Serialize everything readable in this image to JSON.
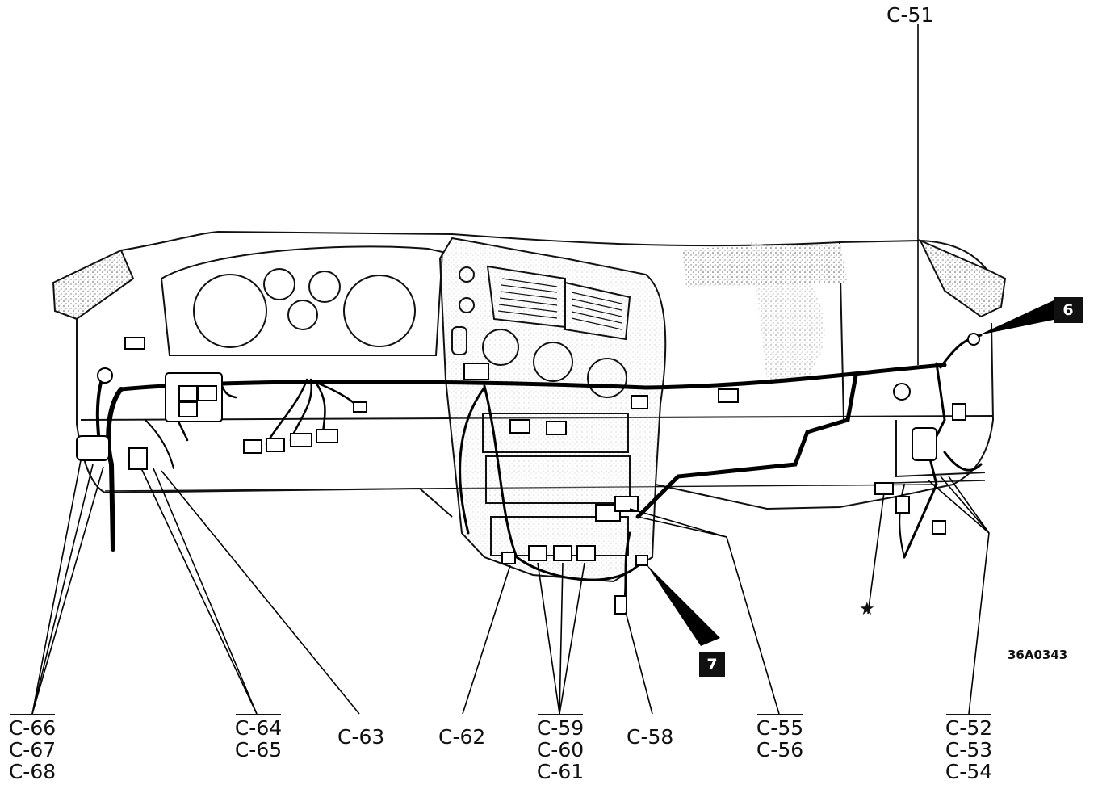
{
  "figure_code": "36A0343",
  "callouts": {
    "single": [
      {
        "id": "c51",
        "label": "C-51"
      },
      {
        "id": "c62",
        "label": "C-62"
      },
      {
        "id": "c63",
        "label": "C-63"
      },
      {
        "id": "c58",
        "label": "C-58"
      }
    ],
    "groups": [
      {
        "id": "g66",
        "labels": [
          "C-66",
          "C-67",
          "C-68"
        ]
      },
      {
        "id": "g64",
        "labels": [
          "C-64",
          "C-65"
        ]
      },
      {
        "id": "g59",
        "labels": [
          "C-59",
          "C-60",
          "C-61"
        ]
      },
      {
        "id": "g55",
        "labels": [
          "C-55",
          "C-56"
        ]
      },
      {
        "id": "g52",
        "labels": [
          "C-52",
          "C-53",
          "C-54"
        ]
      }
    ]
  },
  "tags": [
    {
      "id": "t6",
      "label": "6"
    },
    {
      "id": "t7",
      "label": "7"
    }
  ],
  "star_symbol": "★"
}
